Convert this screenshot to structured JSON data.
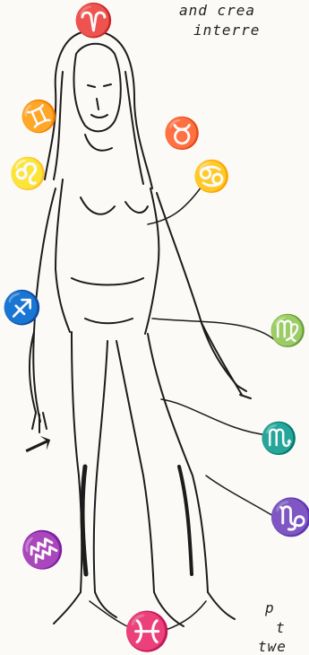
{
  "page": {
    "text_lines": [
      "and crea",
      "interre",
      "",
      "p",
      "t",
      "twe"
    ]
  },
  "illustration": {
    "subject": "zodiac-man",
    "ink_color": "#1c1c1c",
    "paper_color": "#fbfaf6",
    "symbols": [
      {
        "name": "aries-glyph-icon",
        "glyph": "♈"
      },
      {
        "name": "gemini-glyph-icon",
        "glyph": "♊"
      },
      {
        "name": "taurus-glyph-icon",
        "glyph": "♉"
      },
      {
        "name": "leo-glyph-icon",
        "glyph": "♌"
      },
      {
        "name": "cancer-glyph-icon",
        "glyph": "♋"
      },
      {
        "name": "sagittarius-glyph-icon",
        "glyph": "♐"
      },
      {
        "name": "virgo-glyph-icon",
        "glyph": "♍"
      },
      {
        "name": "scorpio-glyph-icon",
        "glyph": "♏"
      },
      {
        "name": "capricorn-glyph-icon",
        "glyph": "♑"
      },
      {
        "name": "aquarius-glyph-icon",
        "glyph": "♒"
      },
      {
        "name": "pisces-glyph-icon",
        "glyph": "♓"
      }
    ]
  }
}
